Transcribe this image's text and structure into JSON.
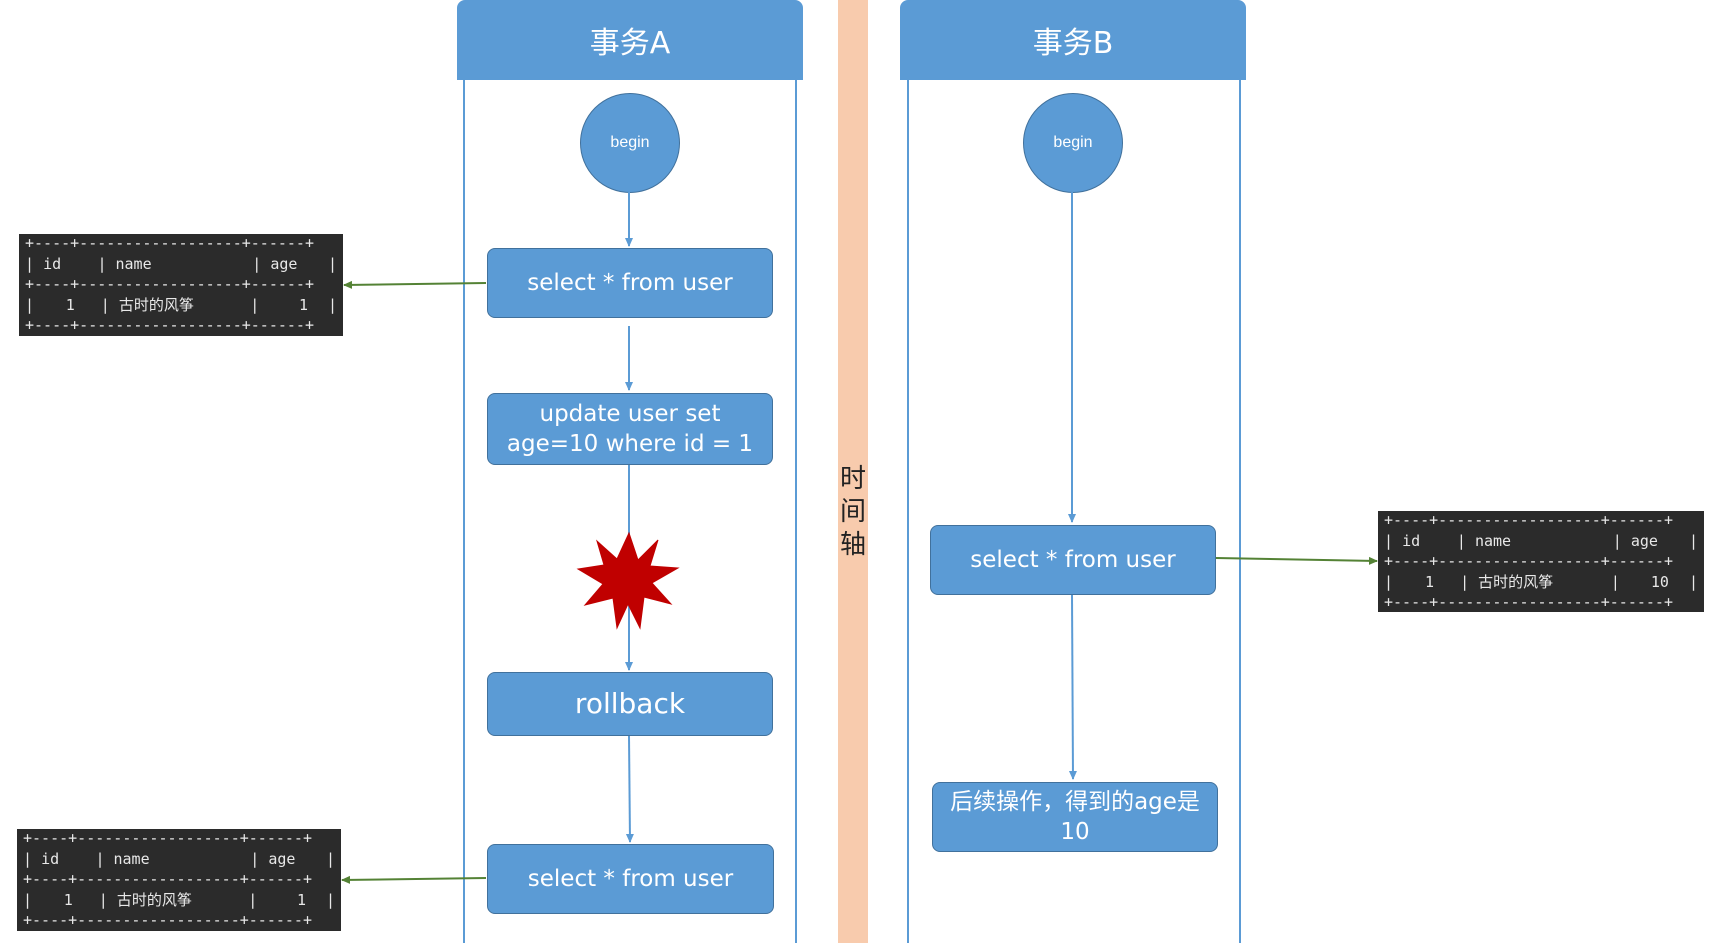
{
  "lanes": {
    "a": {
      "title": "事务A",
      "begin": "begin",
      "steps": [
        "select * from user",
        "update user set age=10 where id = 1",
        "rollback",
        "select * from user"
      ]
    },
    "b": {
      "title": "事务B",
      "begin": "begin",
      "steps": [
        "select * from user",
        "后续操作，得到的age是10"
      ]
    }
  },
  "timeline": {
    "label": "时\n间\n轴",
    "color": "#f8cbad"
  },
  "tables": {
    "columns": [
      "id",
      "name",
      "age"
    ],
    "a_first": {
      "id": "1",
      "name": "古时的风筝",
      "age": "1"
    },
    "a_last": {
      "id": "1",
      "name": "古时的风筝",
      "age": "1"
    },
    "b_read": {
      "id": "1",
      "name": "古时的风筝",
      "age": "10"
    }
  },
  "colors": {
    "node_fill": "#5b9bd5",
    "result_arrow": "#548235",
    "error_star": "#c00000"
  }
}
